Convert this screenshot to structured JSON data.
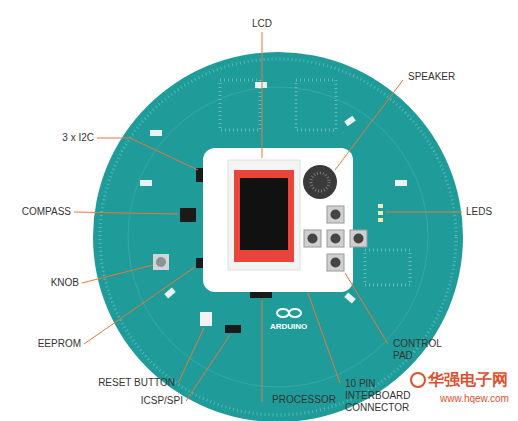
{
  "diagram": {
    "labels": [
      "LCD",
      "SPEAKER",
      "3 x I2C",
      "COMPASS",
      "LEDS",
      "KNOB",
      "EEPROM",
      "RESET BUTTON",
      "ICSP/SPI",
      "PROCESSOR",
      "ARDUINO",
      "10 PIN INTERBOARD CONNECTOR",
      "CONTROL PAD",
      "华强电子网",
      "www.hqew.com"
    ]
  }
}
